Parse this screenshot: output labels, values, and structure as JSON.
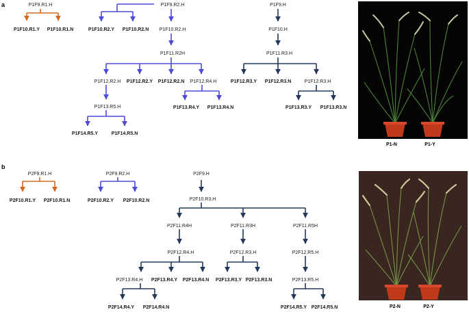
{
  "colors": {
    "orange": "#d2691e",
    "blue": "#4b4bd6",
    "navy": "#22385a",
    "black_bg": "#050505",
    "brown_bg": "#3a2620"
  },
  "panels": {
    "a": "a",
    "b": "b"
  },
  "photo_captions": {
    "p1n": "P1-N",
    "p1y": "P1-Y",
    "p2n": "P2-N",
    "p2y": "P2-Y"
  },
  "nodes": {
    "a_r1h": "P1F9.R1.H",
    "a_r1y": "P1F10.R1.Y",
    "a_r1n": "P1F10.R1.N",
    "a_r2h": "P1F9.R2.H",
    "a_r2y": "P1F10.R2.Y",
    "a_r2n": "P1F10.R2.N",
    "a_r2h10": "P1F10.R2.H",
    "a_f11r2h": "P1F11.R2H",
    "a_f12r2h": "P1F12.R2.H",
    "a_f12r2y": "P1F12.R2.Y",
    "a_f12r2n": "P1F12.R2.N",
    "a_f12r4h": "P1F12.R4.H",
    "a_f13r5h": "P1F13.R5.H",
    "a_f13r4y": "P1F13.R4.Y",
    "a_f13r4n": "P1F13.R4.N",
    "a_f14r5y": "P1F14.R5.Y",
    "a_f14r5n": "P1F14.R5.N",
    "a_f9h": "P1F9.H",
    "a_f10h": "P1F10.H",
    "a_f11r3h": "P1F11.R3.H",
    "a_f12r3y": "P1F12.R3.Y",
    "a_f12r3n": "P1F12.R3.N",
    "a_f12r3h": "P1F12.R3.H",
    "a_f13r3y": "P1F13.R3.Y",
    "a_f13r3n": "P1F13.R3.N",
    "b_r1h": "P2F9.R1.H",
    "b_r1y": "P2F10.R1.Y",
    "b_r1n": "P2F10.R1.N",
    "b_r2h": "P2F9.R2.H",
    "b_r2y": "P2F10.R2.Y",
    "b_r2n": "P2F10.R2.N",
    "b_f9h": "P2F9.H",
    "b_f10r3h": "P2F10.R3.H",
    "b_f11r4h": "P2F11.R4H",
    "b_f11r3h": "P2F11.R3H",
    "b_f11r5h": "P2F11.R5H",
    "b_f12r4h": "P2F12.R4.H",
    "b_f12r3h": "P2F12.R3.H",
    "b_f12r5h": "P2F12.R5.H",
    "b_f13r4h": "P2F13.R4.H",
    "b_f13r4y": "P2F13.R4.Y",
    "b_f13r4n": "P2F13.R4.N",
    "b_f13r3y": "P2F13.R3.Y",
    "b_f13r3n": "P2F13.R3.N",
    "b_f13r5h": "P2F13.R5.H",
    "b_f14r4y": "P2F14.R4.Y",
    "b_f14r4n": "P2F14.R4.N",
    "b_f14r5y": "P2F14.R5.Y",
    "b_f14r5n": "P2F14.R5.N"
  }
}
